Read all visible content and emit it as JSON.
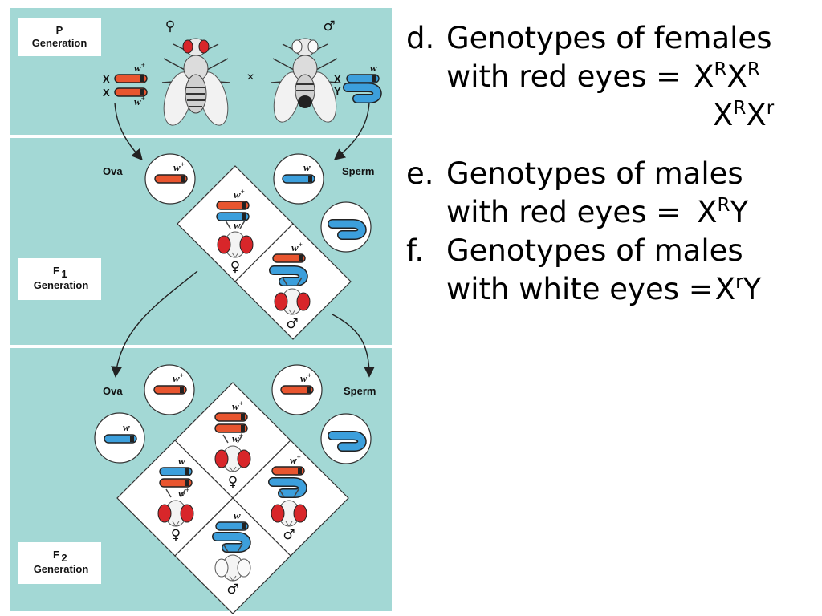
{
  "panels": {
    "p": {
      "title": "P",
      "subtitle": "Generation"
    },
    "f1": {
      "title": "F",
      "sub": "1",
      "subtitle": "Generation"
    },
    "f2": {
      "title": "F",
      "sub": "2",
      "subtitle": "Generation"
    }
  },
  "labels": {
    "ova": "Ova",
    "sperm": "Sperm",
    "x": "X",
    "y": "Y",
    "w_plus": "w",
    "plus": "+",
    "w": "w",
    "cross": "×",
    "female": "♀",
    "male": "♂"
  },
  "notes": {
    "d": {
      "letter": "d.",
      "line1": "Genotypes of females",
      "line2": "with red eyes =",
      "gt1": {
        "a": "X",
        "a_sup": "R",
        "b": "X",
        "b_sup": "R"
      },
      "gt2": {
        "a": "X",
        "a_sup": "R",
        "b": "X",
        "b_sup": "r"
      }
    },
    "e": {
      "letter": "e.",
      "line1": "Genotypes of males",
      "line2": "with red eyes =",
      "gt": {
        "a": "X",
        "a_sup": "R",
        "b": "Y"
      }
    },
    "f": {
      "letter": "f.",
      "line1": "Genotypes of males",
      "line2": "with white eyes =",
      "gt": {
        "a": "X",
        "a_sup": "r",
        "b": "Y"
      }
    }
  },
  "colors": {
    "panel": "#a3d8d5",
    "red_chromosome": "#e8552f",
    "blue_chromosome": "#3c9fdc",
    "eye_red": "#d8262a"
  }
}
